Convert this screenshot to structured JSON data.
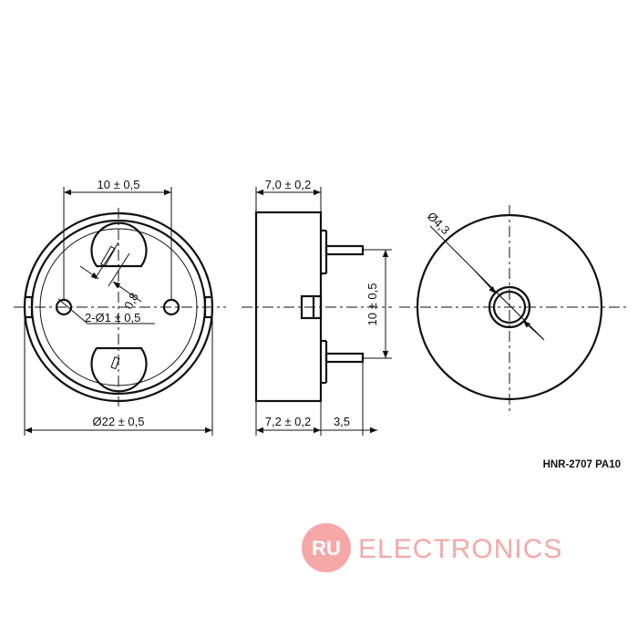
{
  "dimensions": {
    "front_width": "10 ± 0,5",
    "front_pin_diameter": "2-Ø1 ± 0,5",
    "front_pin_offset": "0,8",
    "front_outer_diameter": "Ø22 ± 0,5",
    "side_top_width": "7,0 ± 0,2",
    "side_bottom_width": "7,2 ± 0,2",
    "side_pin_length": "3,5",
    "side_pin_spacing": "10 ± 0,5",
    "back_hole_diameter": "Ø4,3"
  },
  "part_number": "HNR-2707 PA10",
  "watermark": {
    "badge": "RU",
    "word": "ELECTRONICS",
    "color": "#f6a8a8"
  }
}
